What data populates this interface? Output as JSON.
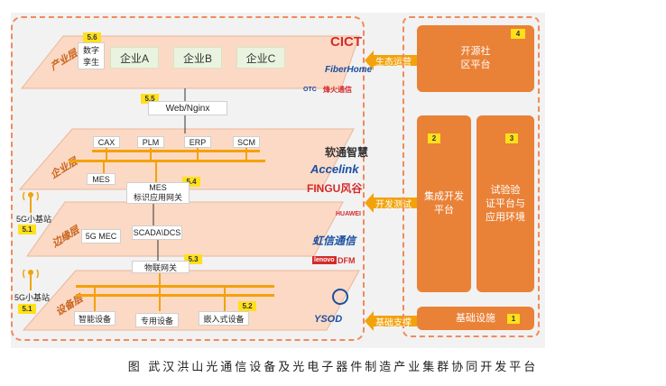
{
  "layers": {
    "top": {
      "label": "产业层",
      "tag": "5.6",
      "digital_twin": "数字\n孪生",
      "enterprises": [
        "企业A",
        "企业B",
        "企业C"
      ]
    },
    "webnginx": {
      "label": "Web/Nginx",
      "tag": "5.5"
    },
    "enterprise": {
      "label": "企业层",
      "systems": [
        "CAX",
        "PLM",
        "ERP",
        "SCM"
      ],
      "mes": "MES"
    },
    "mes_gateway": {
      "label": "MES\n标识应用网关",
      "tag": "5.4"
    },
    "edge": {
      "label": "边缘层",
      "items": [
        "5G MEC",
        "SCADA\\DCS"
      ],
      "base_station": "5G小基站",
      "tag": "5.1"
    },
    "iot_gateway": {
      "label": "物联网关",
      "tag": "5.3"
    },
    "device": {
      "label": "设备层",
      "items": [
        "智能设备",
        "专用设备",
        "嵌入式设备"
      ],
      "tag": "5.2",
      "base_station": "5G小基站",
      "base_tag": "5.1"
    }
  },
  "arrows": {
    "eco": "生态运营",
    "dev": "开发测试",
    "infra": "基础支撑"
  },
  "right_panels": {
    "open_source": {
      "label": "开源社\n区平台",
      "num": "4"
    },
    "integrated_dev": {
      "label": "集成开发\n平台",
      "num": "2"
    },
    "test_verify": {
      "label": "试验验\n证平台与\n应用环境",
      "num": "3"
    },
    "infra": {
      "label": "基础设施",
      "num": "1"
    }
  },
  "logos": [
    "CICT",
    "FiberHome",
    "OTC",
    "烽火通信",
    "软通智慧",
    "Accelink",
    "FINGU风谷",
    "HUAWEI",
    "虹信通信",
    "lenovo",
    "DFM",
    "YSOD"
  ],
  "caption": "图   武汉洪山光通信设备及光电子器件制造产业集群协同开发平台",
  "colors": {
    "orange": "#e98137",
    "yellow": "#ffe01a",
    "bar": "#f2a20a",
    "dash": "#f08a5d",
    "plane": "#fcd9c4"
  }
}
